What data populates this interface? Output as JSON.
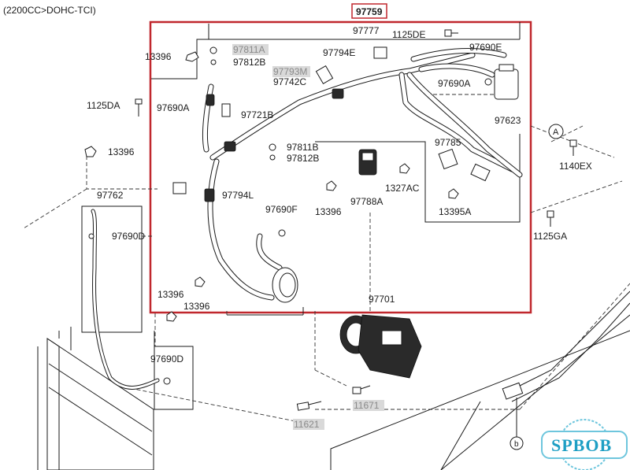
{
  "header": {
    "engine": "(2200CC>DOHC-TCI)",
    "assembly": "97759"
  },
  "colors": {
    "frame": "#c0272d",
    "watermark_ring": "#6ec6dd",
    "watermark_text": "#1e9fc4",
    "label_grey": "#8a8a8a"
  },
  "labels": {
    "p97777": "97777",
    "p1125DE": "1125DE",
    "p13396_tl": "13396",
    "p97811A": "97811A",
    "p97812B_top": "97812B",
    "p97794E": "97794E",
    "p97690E": "97690E",
    "p97793M": "97793M",
    "p97742C": "97742C",
    "p97690A_right": "97690A",
    "p1125DA": "1125DA",
    "p97690A_left": "97690A",
    "p97721B": "97721B",
    "p97623": "97623",
    "p13396_left": "13396",
    "p97811B": "97811B",
    "p97812B_mid": "97812B",
    "p97785": "97785",
    "p1140EX": "1140EX",
    "p1327AC": "1327AC",
    "p97762": "97762",
    "p97794L": "97794L",
    "p97788A": "97788A",
    "p13395A": "13395A",
    "p97690F": "97690F",
    "p13396_mid": "13396",
    "p1125GA": "1125GA",
    "p97690D_top": "97690D",
    "p13396_b1": "13396",
    "p13396_b2": "13396",
    "p97701": "97701",
    "p97690D_bot": "97690D",
    "p11671": "11671",
    "p11621": "11621"
  },
  "callouts": {
    "A": "A",
    "b": "b"
  },
  "watermark": "SPBOB",
  "icons": [
    "bolt-icon",
    "nut-icon",
    "o-ring-icon",
    "clamp-icon",
    "compressor-icon",
    "pressure-switch-icon",
    "bracket-icon"
  ]
}
